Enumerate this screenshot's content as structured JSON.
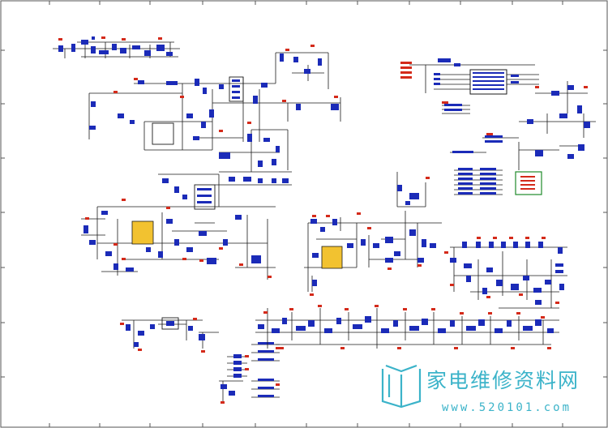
{
  "watermark": {
    "site_name": "家电维修资料网",
    "site_url": "www.520101.com",
    "logo": "open-book-logo"
  },
  "colors": {
    "paper": "#ffffff",
    "wire": "#1a1a1a",
    "component": "#1b2bb8",
    "power_flag": "#d42a1a",
    "ic_body": "#f2c230",
    "highlight_box": "#1f8a2a",
    "watermark": "#3bb3c9",
    "border": "#555555"
  }
}
